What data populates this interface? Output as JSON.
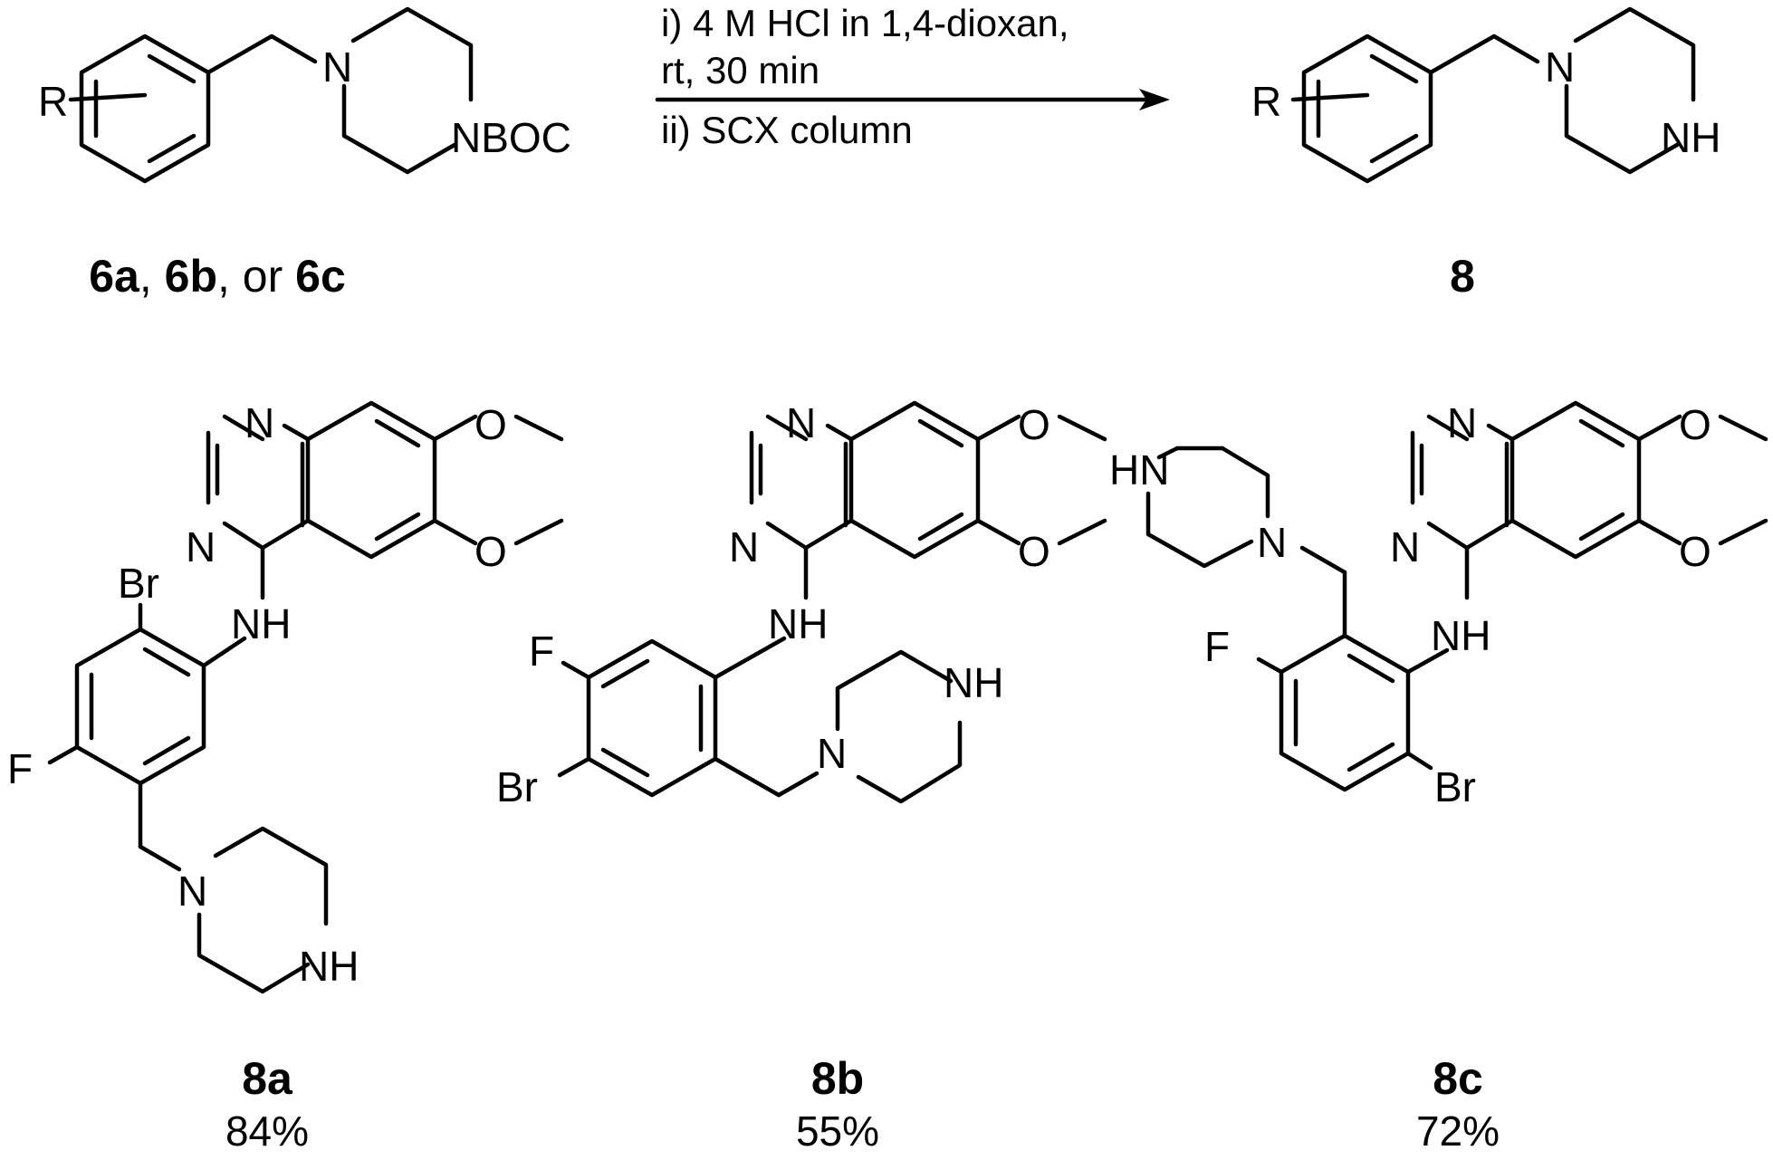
{
  "scheme": {
    "reactant": {
      "substituent": "R",
      "n_amine": "N",
      "n_protected": "NBOC",
      "label_parts": [
        {
          "text": "6a",
          "bold": true
        },
        {
          "text": ", ",
          "bold": false
        },
        {
          "text": "6b",
          "bold": true
        },
        {
          "text": ", or ",
          "bold": false
        },
        {
          "text": "6c",
          "bold": true
        }
      ]
    },
    "conditions": {
      "line1": "i) 4 M HCl in 1,4-dioxan,",
      "line2": "rt, 30 min",
      "line3": "ii) SCX column"
    },
    "product": {
      "substituent": "R",
      "n_amine": "N",
      "nh": "NH",
      "label": "8"
    }
  },
  "compounds": [
    {
      "id": "8a",
      "label": "8a",
      "yield": "84%",
      "atoms": {
        "n1": "N",
        "n3": "N",
        "ome1": "O",
        "ome2": "O",
        "nh": "NH",
        "br": "Br",
        "f": "F",
        "pip_n": "N",
        "pip_nh": "NH"
      }
    },
    {
      "id": "8b",
      "label": "8b",
      "yield": "55%",
      "atoms": {
        "n1": "N",
        "n3": "N",
        "ome1": "O",
        "ome2": "O",
        "nh": "NH",
        "f": "F",
        "br": "Br",
        "pip_n": "N",
        "pip_nh": "NH"
      }
    },
    {
      "id": "8c",
      "label": "8c",
      "yield": "72%",
      "atoms": {
        "n1": "N",
        "n3": "N",
        "ome1": "O",
        "ome2": "O",
        "nh": "NH",
        "f": "F",
        "br": "Br",
        "pip_n": "N",
        "pip_hn": "HN"
      }
    }
  ]
}
